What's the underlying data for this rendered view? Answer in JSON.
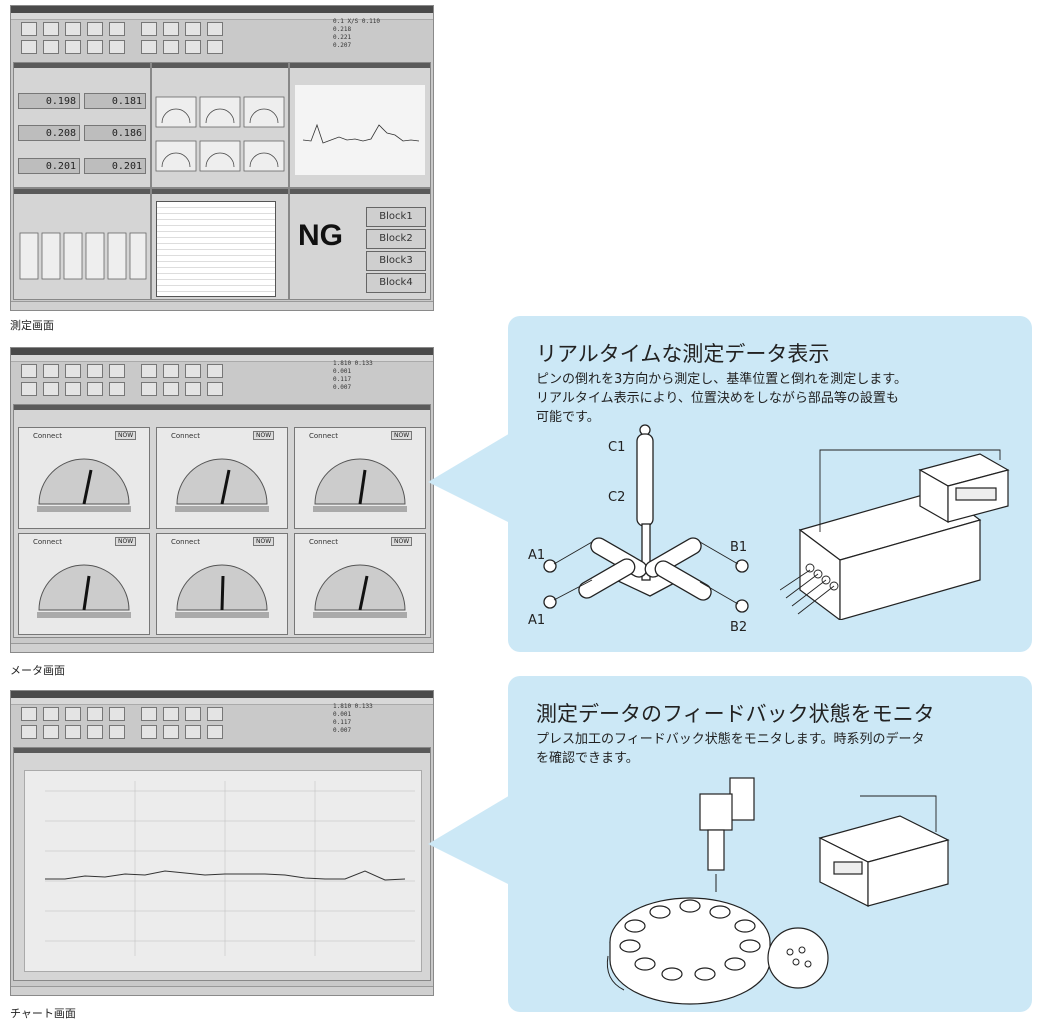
{
  "captions": {
    "measure": "測定画面",
    "meter": "メータ画面",
    "chart": "チャート画面"
  },
  "shot1": {
    "readouts": [
      "0.1 X/S   0.110",
      "0.218",
      "0.221",
      "0.207"
    ],
    "lcd_values": [
      "0.198",
      "0.181",
      "0.208",
      "0.186",
      "0.201",
      "0.201"
    ],
    "ng_label": "NG",
    "blocks": [
      "Block1",
      "Block2",
      "Block3",
      "Block4"
    ]
  },
  "shot2": {
    "readouts": [
      "1.810  0.133",
      "0.001",
      "0.117",
      "0.007"
    ],
    "gauge_titles": [
      "Connect",
      "Connect",
      "Connect",
      "Connect",
      "Connect",
      "Connect"
    ],
    "gauge_btn": "NOW"
  },
  "shot3": {
    "readouts": [
      "1.810  0.133",
      "0.001",
      "0.117",
      "0.007"
    ]
  },
  "bubble1": {
    "title": "リアルタイムな測定データ表示",
    "text_lines": [
      "ピンの倒れを3方向から測定し、基準位置と倒れを測定します。",
      "リアルタイム表示により、位置決めをしながら部品等の設置も",
      "可能です。"
    ],
    "labels": {
      "c1": "C1",
      "c2": "C2",
      "a1_top": "A1",
      "a1_bottom": "A1",
      "b1": "B1",
      "b2": "B2"
    }
  },
  "bubble2": {
    "title": "測定データのフィードバック状態をモニタ",
    "text_lines": [
      "プレス加工のフィードバック状態をモニタします。時系列のデータ",
      "を確認できます。"
    ]
  },
  "colors": {
    "bubble": "#cce8f6",
    "window": "#c9c9c9",
    "ng": "#111111"
  }
}
